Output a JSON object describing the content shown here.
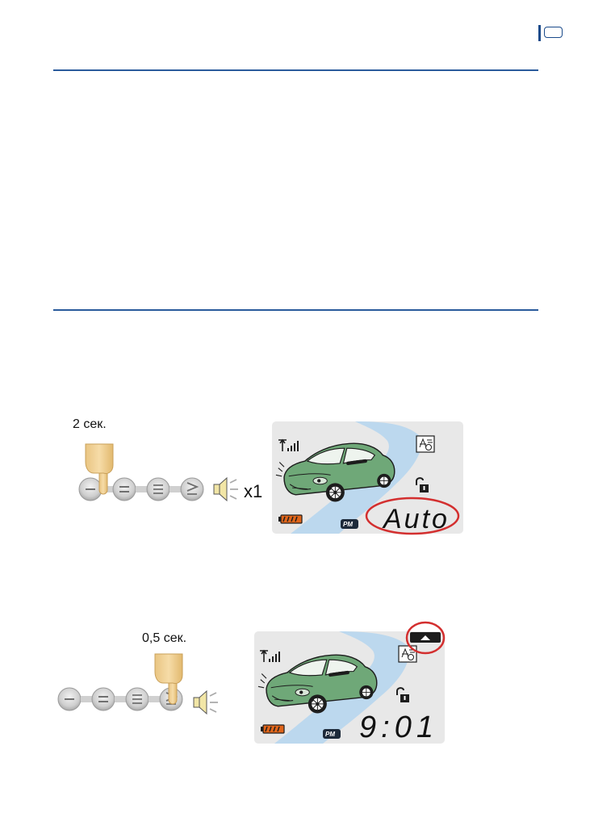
{
  "step1": {
    "duration_label": "2 сек.",
    "beep_count_label": "x1",
    "lcd_text": "Auto",
    "time_period": "PM"
  },
  "step2": {
    "duration_label": "0,5 сек.",
    "lcd_text": "9:01",
    "time_period": "PM"
  },
  "colors": {
    "rule": "#2a5b9c",
    "lcd_background": "#e8e8e8",
    "road": "#bcd8ee",
    "car_body": "#6fa878",
    "highlight_ring": "#d32f2f",
    "finger": "#f2d49a",
    "battery": "#e0651a"
  },
  "icons": [
    "hand-pointer-icon",
    "remote-buttons-icon",
    "speaker-icon",
    "antenna-icon",
    "unlock-icon",
    "battery-icon",
    "shock-sensor-icon",
    "car-icon",
    "arrow-up-icon"
  ]
}
